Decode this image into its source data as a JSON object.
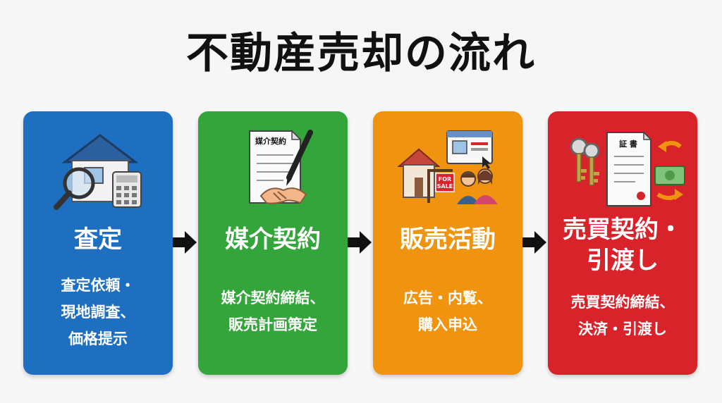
{
  "title": "不動産売却の流れ",
  "colors": {
    "step1": "#1f6fc0",
    "step2": "#33a53a",
    "step3": "#f0930f",
    "step4": "#d8232a"
  },
  "steps": [
    {
      "heading_lines": [
        "査定"
      ],
      "desc_lines": [
        "査定依頼・",
        "現地調査、",
        "価格提示"
      ],
      "icon": "house-magnifier-calculator-icon"
    },
    {
      "heading_lines": [
        "媒介契約"
      ],
      "desc_lines": [
        "媒介契約締結、",
        "販売計画策定"
      ],
      "icon": "contract-document-handshake-icon",
      "icon_text": "媒介契約"
    },
    {
      "heading_lines": [
        "販売活動"
      ],
      "desc_lines": [
        "広告・内覧、",
        "購入申込"
      ],
      "icon": "house-for-sale-buyers-icon",
      "icon_text": [
        "FOR",
        "SALE"
      ]
    },
    {
      "heading_lines": [
        "売買契約・",
        "引渡し"
      ],
      "desc_lines": [
        "売買契約締結、",
        "決済・引渡し"
      ],
      "icon": "keys-certificate-money-icon",
      "icon_text": "証 書"
    }
  ]
}
